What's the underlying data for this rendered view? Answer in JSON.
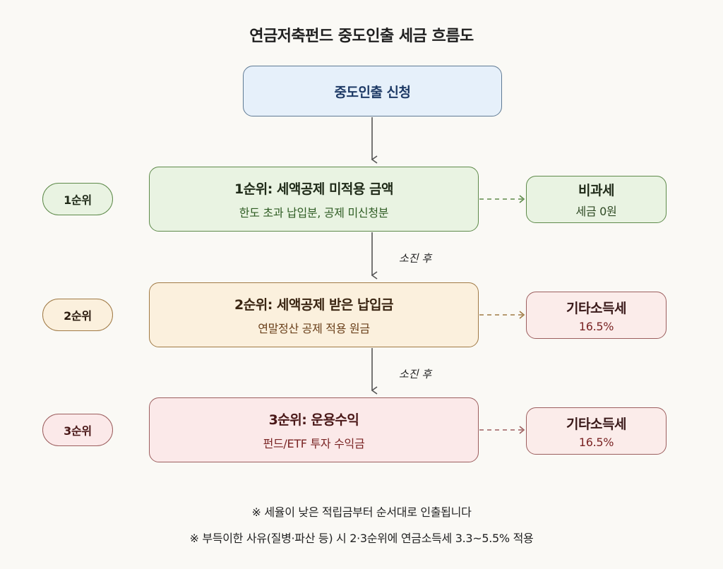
{
  "title": "연금저축펀드 중도인출 세금 흐름도",
  "start": {
    "label": "중도인출 신청"
  },
  "stages": [
    {
      "rank_label": "1순위",
      "title": "1순위: 세액공제 미적용 금액",
      "subtitle": "한도 초과 납입분, 공제 미신청분",
      "result_title": "비과세",
      "result_detail": "세금 0원",
      "color": "#5e8a4a"
    },
    {
      "rank_label": "2순위",
      "title": "2순위: 세액공제 받은 납입금",
      "subtitle": "연말정산 공제 적용 원금",
      "result_title": "기타소득세",
      "result_detail": "16.5%",
      "color": "#a07a45"
    },
    {
      "rank_label": "3순위",
      "title": "3순위: 운용수익",
      "subtitle": "펀드/ETF 투자 수익금",
      "result_title": "기타소득세",
      "result_detail": "16.5%",
      "color": "#9c5e5e"
    }
  ],
  "flow_labels": [
    "소진 후",
    "소진 후"
  ],
  "notes": [
    "※ 세율이 낮은 적립금부터 순서대로 인출됩니다",
    "※ 부득이한 사유(질병·파산 등) 시 2·3순위에 연금소득세 3.3~5.5% 적용"
  ]
}
